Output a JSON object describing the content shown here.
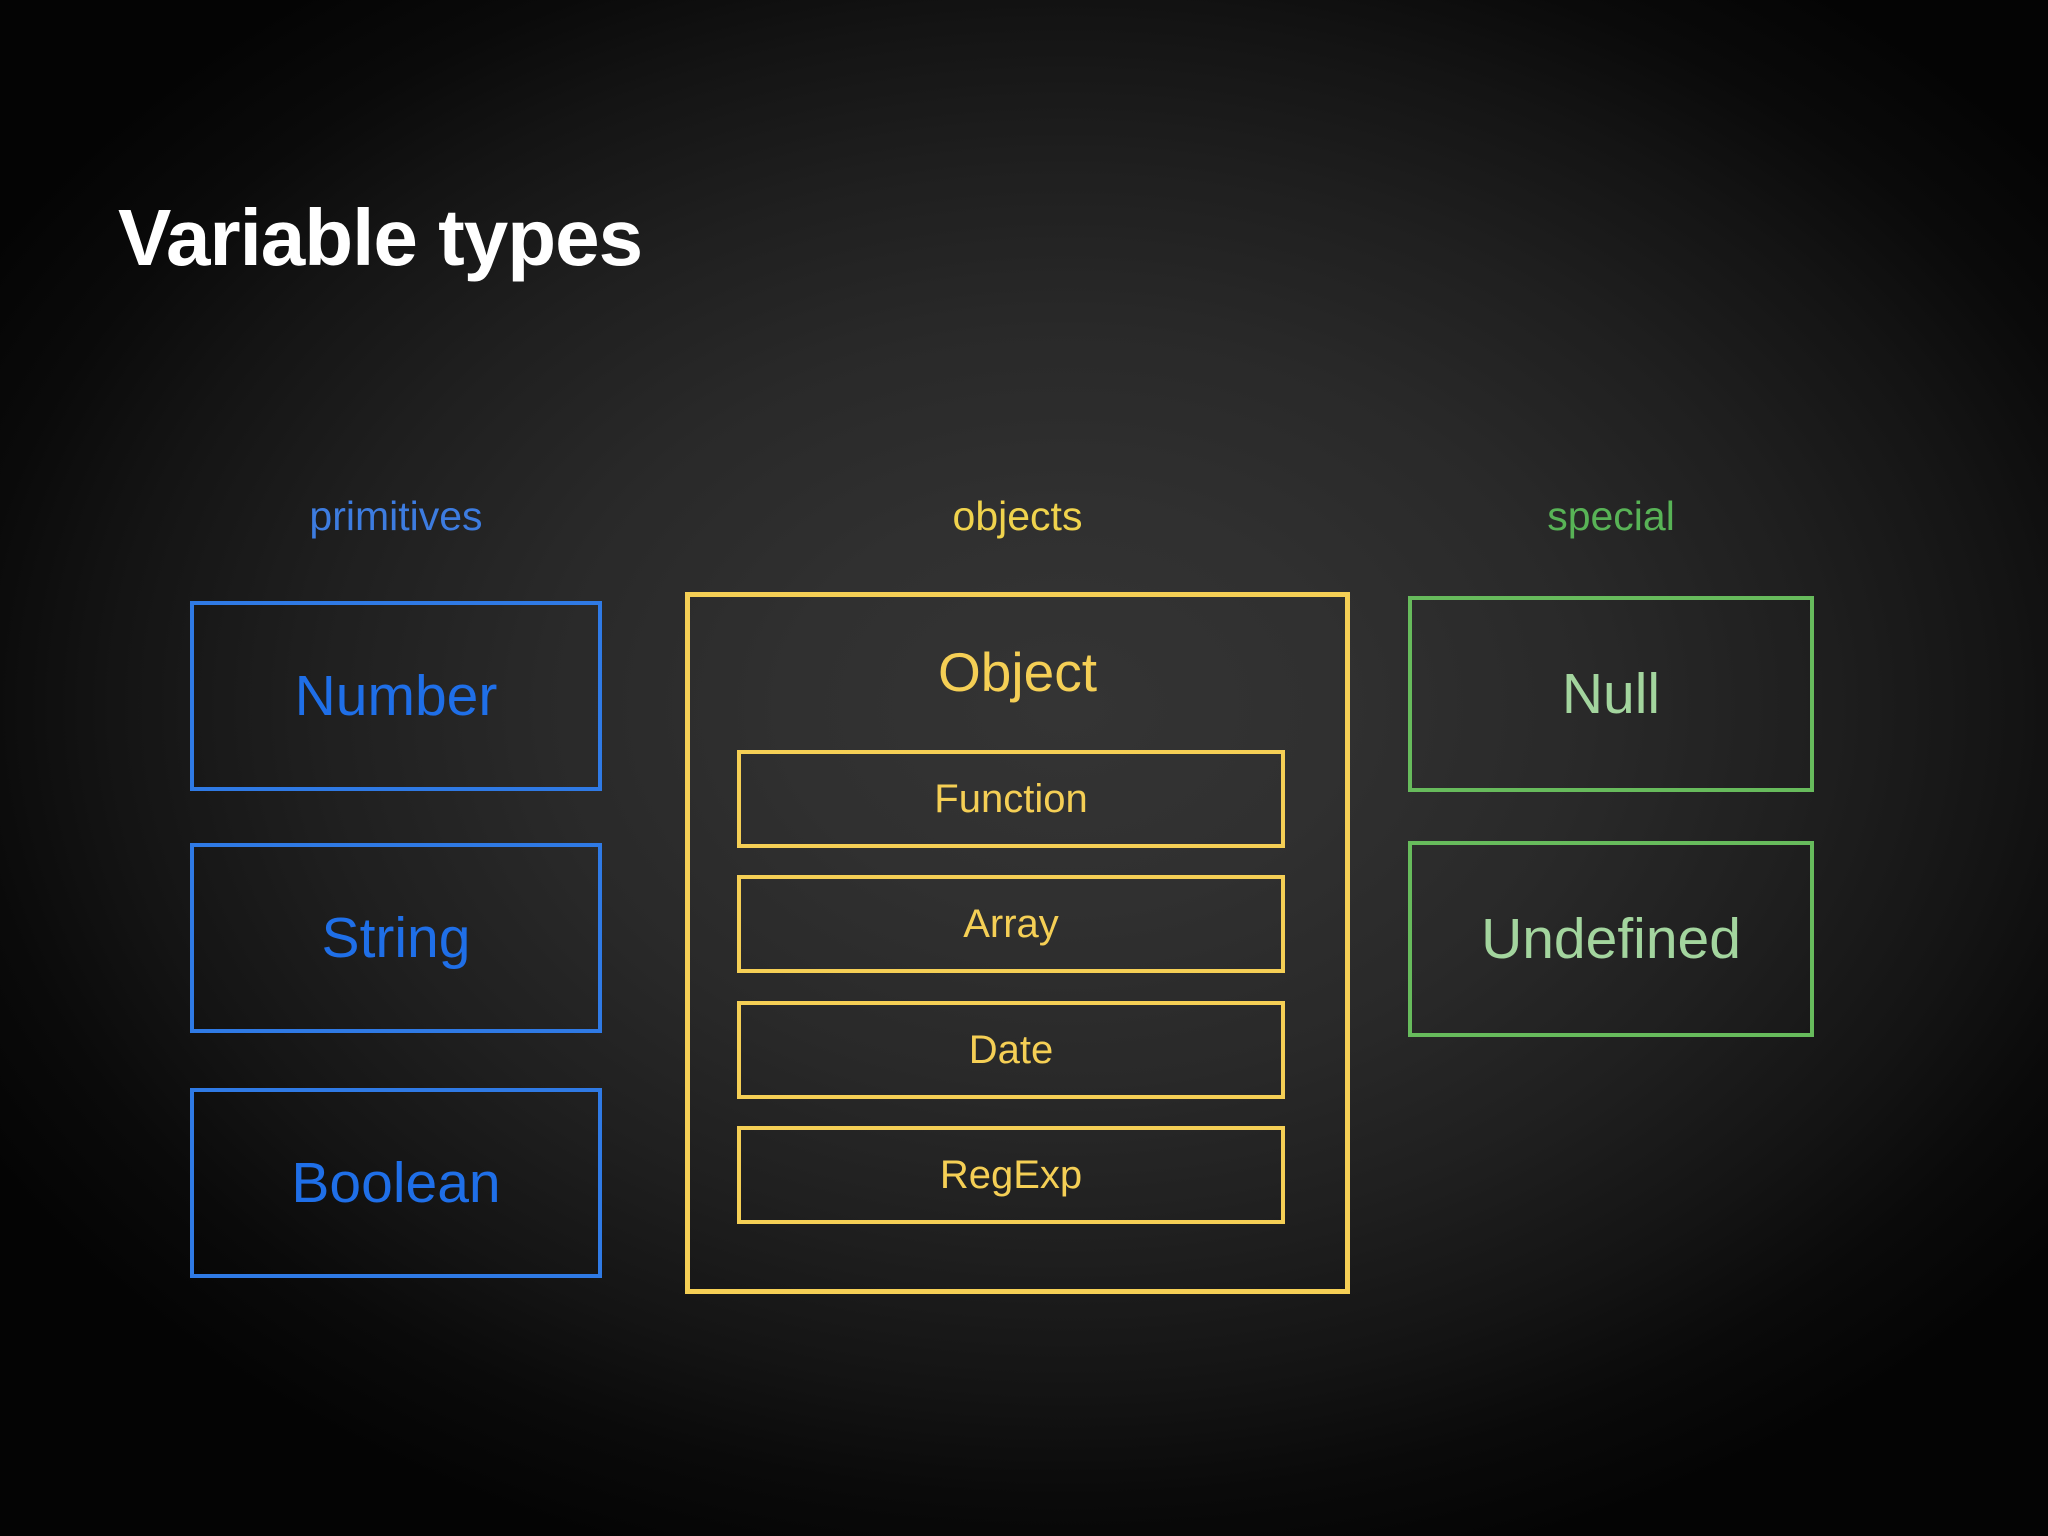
{
  "slide": {
    "title": "Variable types",
    "background_center_color": "#343434",
    "background_edge_color": "#040404",
    "title_color": "#ffffff"
  },
  "columns": [
    {
      "key": "primitives",
      "header": "primitives",
      "accent_color": "#3d7ce0",
      "border_color": "#2f7ae5",
      "text_color": "#1f6fe8",
      "boxes": [
        {
          "label": "Number"
        },
        {
          "label": "String"
        },
        {
          "label": "Boolean"
        }
      ]
    },
    {
      "key": "objects",
      "header": "objects",
      "accent_color": "#f0d34d",
      "border_color": "#f5cf55",
      "text_color": "#f5cf55",
      "container_label": "Object",
      "boxes": [
        {
          "label": "Function"
        },
        {
          "label": "Array"
        },
        {
          "label": "Date"
        },
        {
          "label": "RegExp"
        }
      ]
    },
    {
      "key": "special",
      "header": "special",
      "accent_color": "#58b356",
      "border_color": "#67bb5c",
      "text_color": "#a3d59e",
      "boxes": [
        {
          "label": "Null"
        },
        {
          "label": "Undefined"
        }
      ]
    }
  ]
}
